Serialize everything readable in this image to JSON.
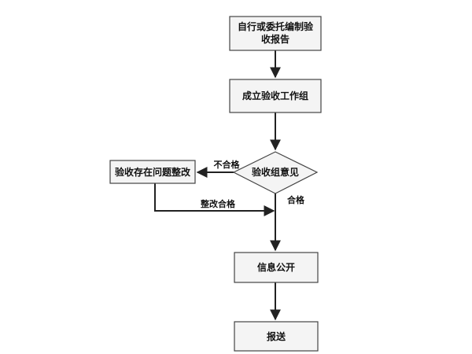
{
  "nodes": {
    "report": {
      "line1": "自行或委托编制验",
      "line2": "收报告"
    },
    "team": {
      "label": "成立验收工作组"
    },
    "decision": {
      "label": "验收组意见"
    },
    "rectify": {
      "label": "验收存在问题整改"
    },
    "disclose": {
      "label": "信息公开"
    },
    "submit": {
      "label": "报送"
    }
  },
  "edges": {
    "fail": {
      "label": "不合格"
    },
    "pass": {
      "label": "合格"
    },
    "rectified": {
      "label": "整改合格"
    }
  },
  "colors": {
    "box_fill": "#f4f4f4",
    "box_stroke": "#444444",
    "arrow": "#222222",
    "text": "#111111"
  }
}
